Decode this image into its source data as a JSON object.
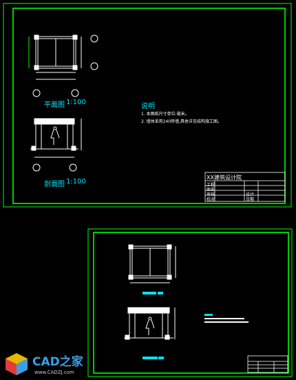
{
  "sheet1": {
    "plan_title": "平面图",
    "plan_scale": "1:100",
    "section_title": "剖面图",
    "section_scale": "1:100",
    "notes_title": "说明",
    "notes": [
      "1. 本图纸尺寸单位:毫米。",
      "2. 墙体采用240砖墙,具体详见结构施工图。"
    ],
    "title_block": {
      "header": "XX建筑设计院",
      "rows": [
        "工程",
        "图名",
        "审核",
        "设计",
        "校对",
        "日期"
      ]
    }
  },
  "watermark": {
    "brand": "CAD之家",
    "url": "www.CADZJ.com"
  },
  "colors": {
    "frame": "#00ff00",
    "annotation": "#00e5ff",
    "lines": "#ffffff",
    "background": "#000000",
    "brand": "#3aa0e6"
  }
}
